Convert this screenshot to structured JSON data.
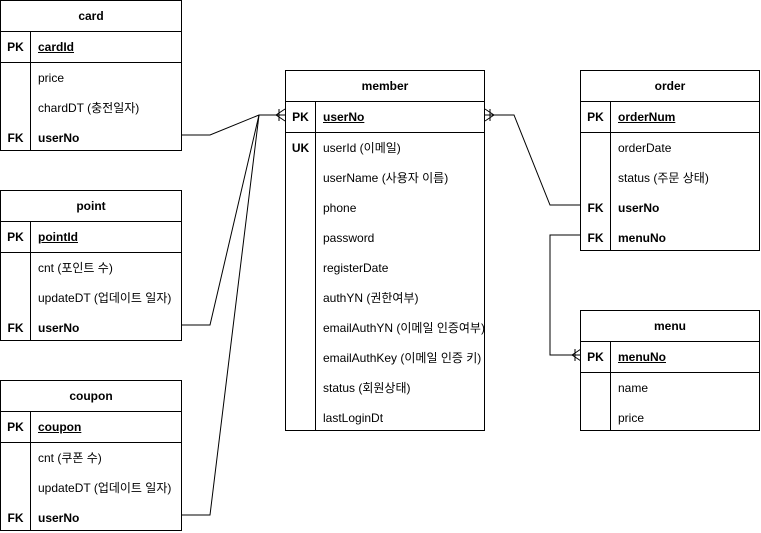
{
  "entities": {
    "card": {
      "title": "card",
      "rows": [
        {
          "key": "PK",
          "name": "cardId"
        },
        {
          "key": "",
          "name": "price"
        },
        {
          "key": "",
          "name": "chardDT (충전일자)"
        },
        {
          "key": "FK",
          "name": "userNo"
        }
      ]
    },
    "point": {
      "title": "point",
      "rows": [
        {
          "key": "PK",
          "name": "pointId"
        },
        {
          "key": "",
          "name": "cnt (포인트 수)"
        },
        {
          "key": "",
          "name": "updateDT (업데이트 일자)"
        },
        {
          "key": "FK",
          "name": "userNo"
        }
      ]
    },
    "coupon": {
      "title": "coupon",
      "rows": [
        {
          "key": "PK",
          "name": "coupon"
        },
        {
          "key": "",
          "name": "cnt (쿠폰 수)"
        },
        {
          "key": "",
          "name": "updateDT (업데이트 일자)"
        },
        {
          "key": "FK",
          "name": "userNo"
        }
      ]
    },
    "member": {
      "title": "member",
      "rows": [
        {
          "key": "PK",
          "name": "userNo"
        },
        {
          "key": "UK",
          "name": "userId (이메일)"
        },
        {
          "key": "",
          "name": "userName (사용자 이름)"
        },
        {
          "key": "",
          "name": "phone"
        },
        {
          "key": "",
          "name": "password"
        },
        {
          "key": "",
          "name": "registerDate"
        },
        {
          "key": "",
          "name": "authYN (권한여부)"
        },
        {
          "key": "",
          "name": "emailAuthYN (이메일 인증여부)"
        },
        {
          "key": "",
          "name": "emailAuthKey (이메일 인증 키)"
        },
        {
          "key": "",
          "name": "status (회원상태)"
        },
        {
          "key": "",
          "name": "lastLoginDt"
        }
      ]
    },
    "order": {
      "title": "order",
      "rows": [
        {
          "key": "PK",
          "name": "orderNum"
        },
        {
          "key": "",
          "name": "orderDate"
        },
        {
          "key": "",
          "name": "status (주문 상태)"
        },
        {
          "key": "FK",
          "name": "userNo"
        },
        {
          "key": "FK",
          "name": "menuNo"
        }
      ]
    },
    "menu": {
      "title": "menu",
      "rows": [
        {
          "key": "PK",
          "name": "menuNo"
        },
        {
          "key": "",
          "name": "name"
        },
        {
          "key": "",
          "name": "price"
        }
      ]
    }
  }
}
